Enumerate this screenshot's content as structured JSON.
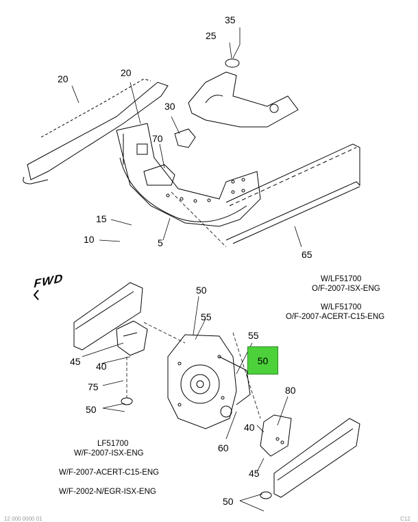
{
  "diagram": {
    "fwd_label": "FWD",
    "highlighted_callout": "50",
    "callouts": {
      "c35": "35",
      "c25": "25",
      "c20a": "20",
      "c20b": "20",
      "c30": "30",
      "c70": "70",
      "c15": "15",
      "c10": "10",
      "c5": "5",
      "c65": "65",
      "c50a": "50",
      "c55a": "55",
      "c55b": "55",
      "c45a": "45",
      "c40a": "40",
      "c75": "75",
      "c50b": "50",
      "c60": "60",
      "c80": "80",
      "c40b": "40",
      "c45b": "45",
      "c50c": "50"
    },
    "notes": {
      "top_right_1": "W/LF51700",
      "top_right_2": "O/F-2007-ISX-ENG",
      "top_right_3": "W/LF51700",
      "top_right_4": "O/F-2007-ACERT-C15-ENG",
      "bottom_left_1": "LF51700",
      "bottom_left_2": "W/F-2007-ISX-ENG",
      "bottom_left_3": "W/F-2007-ACERT-C15-ENG",
      "bottom_left_4": "W/F-2002-N/EGR-ISX-ENG"
    },
    "footer_left": "12 000 0000 01",
    "footer_right": "C12"
  }
}
